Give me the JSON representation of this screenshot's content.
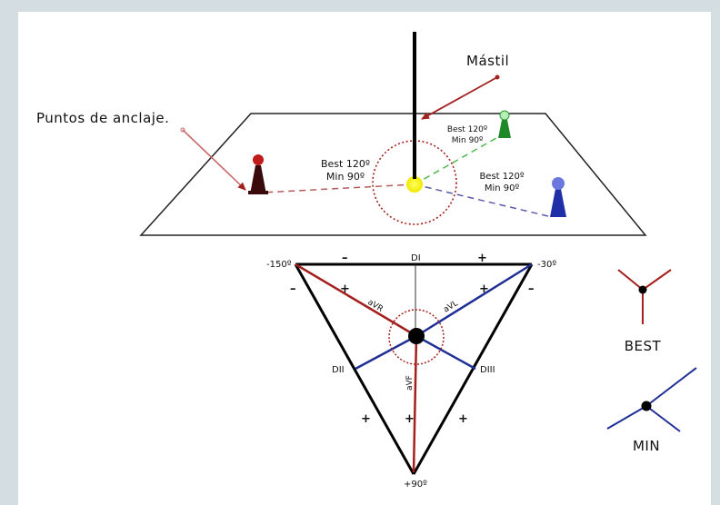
{
  "scene": {
    "label_mast": "Mástil",
    "label_anchors": "Puntos de anclaje.",
    "green_best": "Best 120º",
    "green_min": "Min 90º",
    "red_best": "Best 120º",
    "red_min": "Min 90º",
    "blue_best": "Best 120º",
    "blue_min": "Min 90º"
  },
  "einthoven": {
    "top_left_angle": "-150º",
    "top_right_angle": "-30º",
    "bottom_angle": "+90º",
    "lead_top": "DI",
    "lead_left": "DII",
    "lead_right": "DIII",
    "lead_avr": "aVR",
    "lead_avl": "aVL",
    "lead_avf": "aVF",
    "sign_plus": "+",
    "sign_minus": "–"
  },
  "legend": {
    "best_label": "BEST",
    "min_label": "MIN"
  },
  "colors": {
    "red": "#a3201d",
    "blue": "#1f2f96",
    "green": "#3aa63a",
    "yellow": "#f5f20a",
    "pawn_red": "#b51a1a",
    "pawn_blue": "#3040c0",
    "pawn_green": "#2a9a30"
  }
}
